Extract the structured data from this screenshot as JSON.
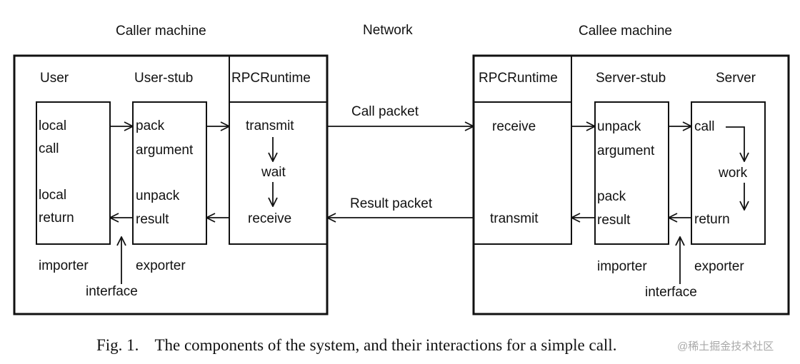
{
  "headers": {
    "caller_machine": "Caller machine",
    "network": "Network",
    "callee_machine": "Callee machine"
  },
  "caller": {
    "user": {
      "title": "User",
      "line1": "local",
      "line2": "call",
      "line3": "local",
      "line4": "return",
      "role": "importer"
    },
    "user_stub": {
      "title": "User-stub",
      "line1": "pack",
      "line2": "argument",
      "line3": "unpack",
      "line4": "result",
      "role": "exporter"
    },
    "runtime": {
      "title": "RPCRuntime",
      "transmit": "transmit",
      "wait": "wait",
      "receive": "receive"
    },
    "interface": "interface"
  },
  "network": {
    "call_packet": "Call packet",
    "result_packet": "Result packet"
  },
  "callee": {
    "runtime": {
      "title": "RPCRuntime",
      "receive": "receive",
      "transmit": "transmit"
    },
    "server_stub": {
      "title": "Server-stub",
      "line1": "unpack",
      "line2": "argument",
      "line3": "pack",
      "line4": "result",
      "role": "importer"
    },
    "server": {
      "title": "Server",
      "call": "call",
      "work": "work",
      "return": "return",
      "role": "exporter"
    },
    "interface": "interface"
  },
  "caption": {
    "number": "Fig. 1.",
    "text": "The components of the system, and their interactions for a simple call."
  },
  "watermark": "@稀土掘金技术社区"
}
